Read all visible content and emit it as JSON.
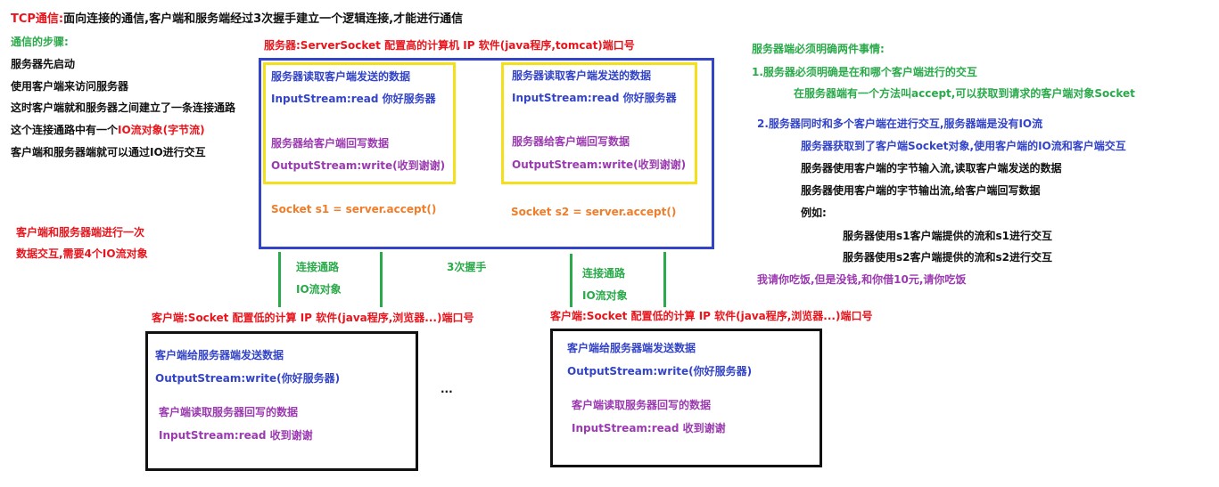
{
  "header": {
    "tcp_label": "TCP通信:",
    "tcp_desc": "面向连接的通信,客户端和服务端经过3次握手建立一个逻辑连接,才能进行通信"
  },
  "steps": {
    "title": "通信的步骤:",
    "items": [
      "服务器先启动",
      "使用客户端来访问服务器",
      "这时客户端就和服务器之间建立了一条连接通路"
    ],
    "item4_prefix": "这个连接通路中有一个",
    "item4_highlight": "IO流对象(字节流)",
    "item5": "客户端和服务器端就可以通过IO进行交互"
  },
  "note_io": {
    "line1": "客户端和服务器端进行一次",
    "line2": "数据交互,需要4个IO流对象"
  },
  "server": {
    "title": "服务器:ServerSocket 配置高的计算机  IP  软件(java程序,tomcat)端口号",
    "left": {
      "read_title": "服务器读取客户端发送的数据",
      "read_code": "InputStream:read 你好服务器",
      "write_title": "服务器给客户端回写数据",
      "write_code": "OutputStream:write(收到谢谢)",
      "accept": "Socket s1 = server.accept()"
    },
    "right": {
      "read_title": "服务器读取客户端发送的数据",
      "read_code": "InputStream:read 你好服务器",
      "write_title": "服务器给客户端回写数据",
      "write_code": "OutputStream:write(收到谢谢)",
      "accept": "Socket s2 = server.accept()"
    }
  },
  "connection": {
    "left_label1": "连接通路",
    "left_label2": "IO流对象",
    "handshake": "3次握手",
    "right_label1": "连接通路",
    "right_label2": "IO流对象"
  },
  "clients": [
    {
      "title": "客户端:Socket  配置低的计算 IP  软件(java程序,浏览器...)端口号",
      "send_title": "客户端给服务器端发送数据",
      "send_code": "OutputStream:write(你好服务器)",
      "read_title": "客户端读取服务器回写的数据",
      "read_code": "InputStream:read 收到谢谢"
    },
    {
      "title": "客户端:Socket  配置低的计算 IP  软件(java程序,浏览器...)端口号",
      "send_title": "客户端给服务器端发送数据",
      "send_code": "OutputStream:write(你好服务器)",
      "read_title": "客户端读取服务器回写的数据",
      "read_code": "InputStream:read 收到谢谢"
    }
  ],
  "ellipsis": "...",
  "notes": {
    "title": "服务器端必须明确两件事情:",
    "p1": "1.服务器必须明确是在和哪个客户端进行的交互",
    "p1_detail": "在服务器端有一个方法叫accept,可以获取到请求的客户端对象Socket",
    "p2": "2.服务器同时和多个客户端在进行交互,服务器端是没有IO流",
    "p2_a": "服务器获取到了客户端Socket对象,使用客户端的IO流和客户端交互",
    "p2_b": "服务器使用客户端的字节输入流,读取客户端发送的数据",
    "p2_c": "服务器使用客户端的字节输出流,给客户端回写数据",
    "example": "例如:",
    "ex1": "服务器使用s1客户端提供的流和s1进行交互",
    "ex2": "服务器使用s2客户端提供的流和s2进行交互",
    "analogy": "我请你吃饭,但是没钱,和你借10元,请你吃饭"
  },
  "colors": {
    "red": "#e8151c",
    "green": "#2aaa4a",
    "blue": "#3344c8",
    "purple": "#9b3ab0",
    "orange": "#f07d2a",
    "yellow": "#f3e01b",
    "black": "#111111"
  }
}
